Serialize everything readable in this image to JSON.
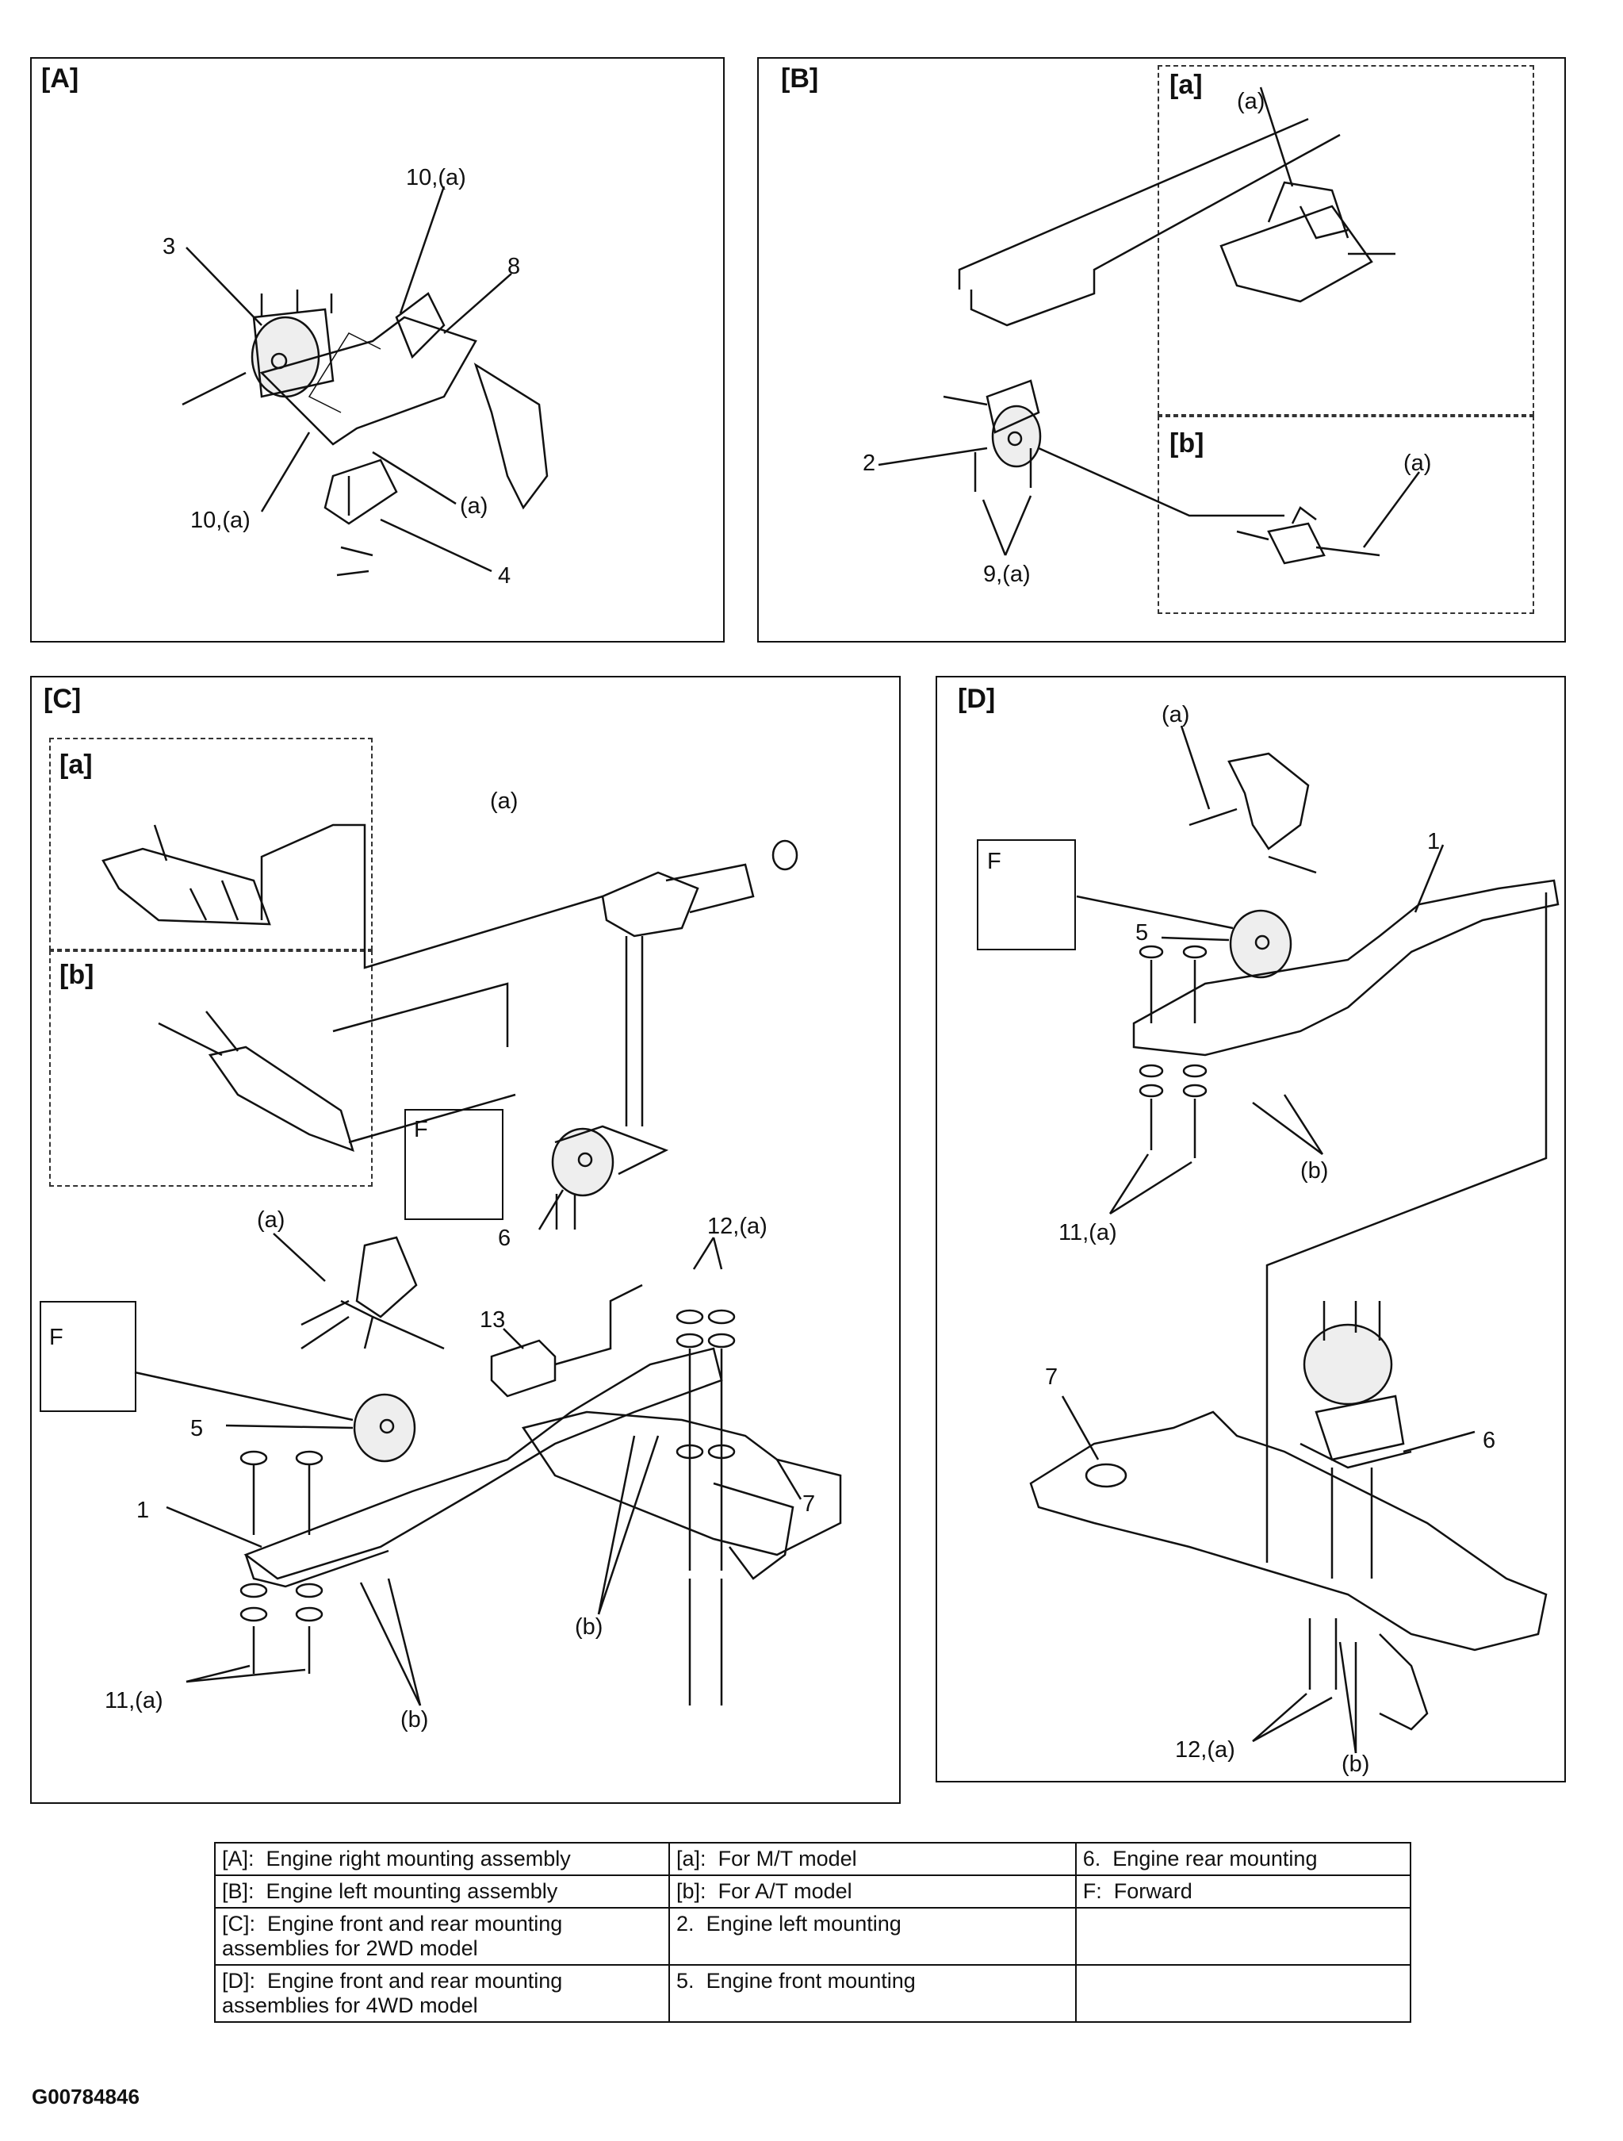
{
  "panels": {
    "A": {
      "title": "[A]",
      "callouts": [
        "10,(a)",
        "3",
        "8",
        "10,(a)",
        "(a)",
        "4"
      ]
    },
    "B": {
      "title": "[B]",
      "sub_a": "[a]",
      "sub_b": "[b]",
      "callouts": [
        "(a)",
        "2",
        "9,(a)",
        "(a)"
      ]
    },
    "C": {
      "title": "[C]",
      "sub_a": "[a]",
      "sub_b": "[b]",
      "inset_f": "F",
      "inset_f2": "F",
      "callouts": [
        "(a)",
        "(a)",
        "6",
        "12,(a)",
        "13",
        "5",
        "1",
        "7",
        "(b)",
        "11,(a)",
        "(b)"
      ]
    },
    "D": {
      "title": "[D]",
      "inset_f": "F",
      "callouts": [
        "(a)",
        "1",
        "5",
        "(b)",
        "11,(a)",
        "7",
        "6",
        "12,(a)",
        "(b)"
      ]
    }
  },
  "legend": {
    "rows": [
      [
        {
          "k": "[A]:",
          "v": "Engine right mounting assembly"
        },
        {
          "k": "[a]:",
          "v": "For M/T model"
        },
        {
          "k": "6.",
          "v": "Engine rear mounting"
        }
      ],
      [
        {
          "k": "[B]:",
          "v": "Engine left mounting assembly"
        },
        {
          "k": "[b]:",
          "v": "For A/T model"
        },
        {
          "k": "F:",
          "v": "Forward"
        }
      ],
      [
        {
          "k": "[C]:",
          "v": "Engine front and rear mounting assemblies for 2WD model"
        },
        {
          "k": "2.",
          "v": "Engine left mounting"
        },
        {
          "k": "",
          "v": ""
        }
      ],
      [
        {
          "k": "[D]:",
          "v": "Engine front and rear mounting assemblies for 4WD model"
        },
        {
          "k": "5.",
          "v": "Engine front mounting"
        },
        {
          "k": "",
          "v": ""
        }
      ]
    ]
  },
  "figure_code": "G00784846"
}
